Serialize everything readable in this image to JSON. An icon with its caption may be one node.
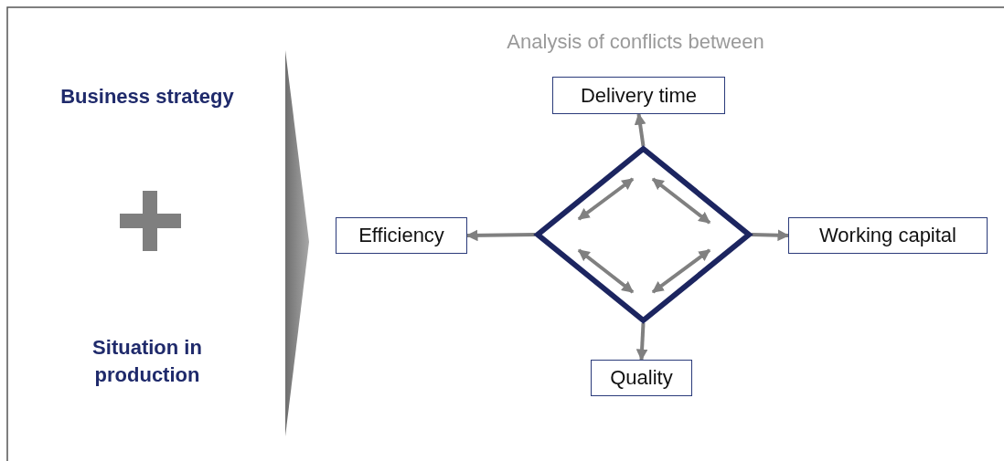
{
  "diagram": {
    "nodes": [
      {
        "text": [
          "Business strategy"
        ]
      },
      {
        "text": [
          "Situation in production"
        ]
      },
      {
        "text": [],
        "shape": "diamond"
      },
      {
        "text": [
          "Delivery time"
        ]
      },
      {
        "text": [
          "Efficiency"
        ]
      },
      {
        "text": [
          "Working capital"
        ]
      },
      {
        "text": [
          "Quality"
        ]
      }
    ],
    "edges": [
      {
        "from": 2,
        "to": 3,
        "arrow": "to"
      },
      {
        "from": 2,
        "to": 4,
        "arrow": "to"
      },
      {
        "from": 2,
        "to": 5,
        "arrow": "to"
      },
      {
        "from": 2,
        "to": 6,
        "arrow": "to"
      }
    ],
    "labels": [
      "Analysis of conflicts between"
    ]
  }
}
